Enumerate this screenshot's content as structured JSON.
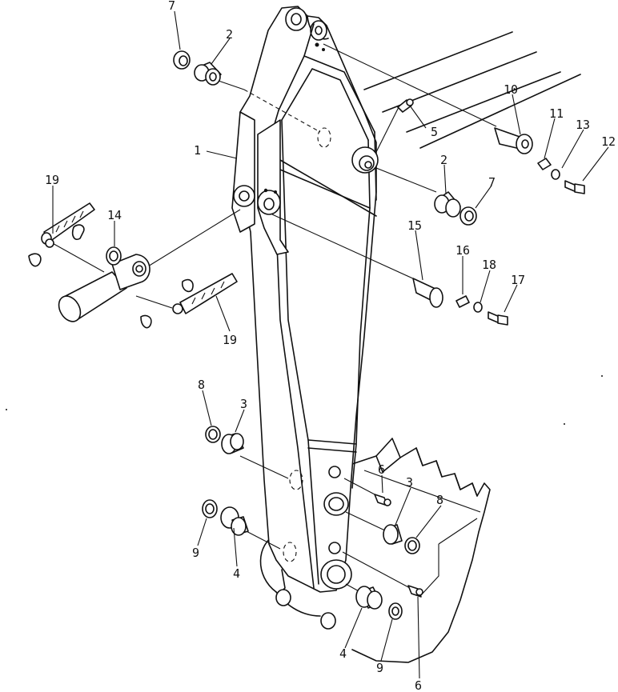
{
  "diagram": {
    "callouts": [
      {
        "id": "c1",
        "text": "1"
      },
      {
        "id": "c2a",
        "text": "2"
      },
      {
        "id": "c2b",
        "text": "2"
      },
      {
        "id": "c3a",
        "text": "3"
      },
      {
        "id": "c3b",
        "text": "3"
      },
      {
        "id": "c4a",
        "text": "4"
      },
      {
        "id": "c4b",
        "text": "4"
      },
      {
        "id": "c5",
        "text": "5"
      },
      {
        "id": "c6a",
        "text": "6"
      },
      {
        "id": "c6b",
        "text": "6"
      },
      {
        "id": "c7a",
        "text": "7"
      },
      {
        "id": "c7b",
        "text": "7"
      },
      {
        "id": "c8a",
        "text": "8"
      },
      {
        "id": "c8b",
        "text": "8"
      },
      {
        "id": "c9a",
        "text": "9"
      },
      {
        "id": "c9b",
        "text": "9"
      },
      {
        "id": "c10",
        "text": "10"
      },
      {
        "id": "c11",
        "text": "11"
      },
      {
        "id": "c12",
        "text": "12"
      },
      {
        "id": "c13",
        "text": "13"
      },
      {
        "id": "c14",
        "text": "14"
      },
      {
        "id": "c15",
        "text": "15"
      },
      {
        "id": "c16",
        "text": "16"
      },
      {
        "id": "c17",
        "text": "17"
      },
      {
        "id": "c18",
        "text": "18"
      },
      {
        "id": "c19a",
        "text": "19"
      },
      {
        "id": "c19b",
        "text": "19"
      }
    ]
  }
}
